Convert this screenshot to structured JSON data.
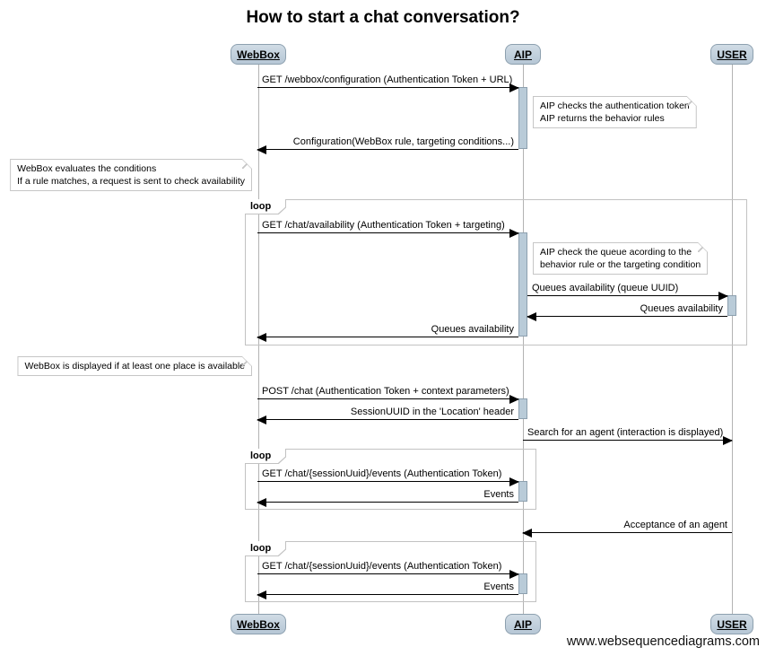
{
  "title": "How to start a chat conversation?",
  "watermark": "www.websequencediagrams.com",
  "actors": [
    {
      "name": "WebBox"
    },
    {
      "name": "AIP"
    },
    {
      "name": "USER"
    }
  ],
  "frames": [
    {
      "label": "loop"
    },
    {
      "label": "loop"
    },
    {
      "label": "loop"
    }
  ],
  "notes": [
    {
      "position": "right of AIP",
      "lines": [
        "AIP checks the authentication token",
        "AIP returns the behavior rules"
      ]
    },
    {
      "position": "left of WebBox",
      "lines": [
        "WebBox evaluates the conditions",
        "If a rule matches, a request is sent to check availability"
      ]
    },
    {
      "position": "right of AIP",
      "lines": [
        "AIP check the queue acording to the",
        "behavior rule or the targeting condition"
      ]
    },
    {
      "position": "left of WebBox",
      "lines": [
        "WebBox is displayed if at least one place is available"
      ]
    }
  ],
  "messages": [
    {
      "text": "GET /webbox/configuration (Authentication Token + URL)",
      "from": "WebBox",
      "to": "AIP"
    },
    {
      "text": "Configuration(WebBox rule, targeting conditions...)",
      "from": "AIP",
      "to": "WebBox"
    },
    {
      "text": "GET /chat/availability (Authentication Token + targeting)",
      "from": "WebBox",
      "to": "AIP"
    },
    {
      "text": "Queues availability (queue UUID)",
      "from": "AIP",
      "to": "USER"
    },
    {
      "text": "Queues availability",
      "from": "USER",
      "to": "AIP"
    },
    {
      "text": "Queues availability",
      "from": "AIP",
      "to": "WebBox"
    },
    {
      "text": "POST /chat (Authentication Token + context parameters)",
      "from": "WebBox",
      "to": "AIP"
    },
    {
      "text": "SessionUUID in the 'Location' header",
      "from": "AIP",
      "to": "WebBox"
    },
    {
      "text": "Search for an agent (interaction is displayed)",
      "from": "AIP",
      "to": "USER"
    },
    {
      "text": "GET /chat/{sessionUuid}/events (Authentication Token)",
      "from": "WebBox",
      "to": "AIP"
    },
    {
      "text": "Events",
      "from": "AIP",
      "to": "WebBox"
    },
    {
      "text": "Acceptance of an agent",
      "from": "USER",
      "to": "AIP"
    },
    {
      "text": "GET /chat/{sessionUuid}/events (Authentication Token)",
      "from": "WebBox",
      "to": "AIP"
    },
    {
      "text": "Events",
      "from": "AIP",
      "to": "WebBox"
    }
  ],
  "colors": {
    "actor_fill": "#bdcbd8",
    "actor_border": "#8da0af",
    "activation_fill": "#b9cbd8",
    "activation_border": "#8da0af",
    "frame_border": "#c2c2c2",
    "note_border": "#c6c6c6",
    "lifeline_color": "#b3b3b3",
    "arrow_color": "#000000"
  }
}
